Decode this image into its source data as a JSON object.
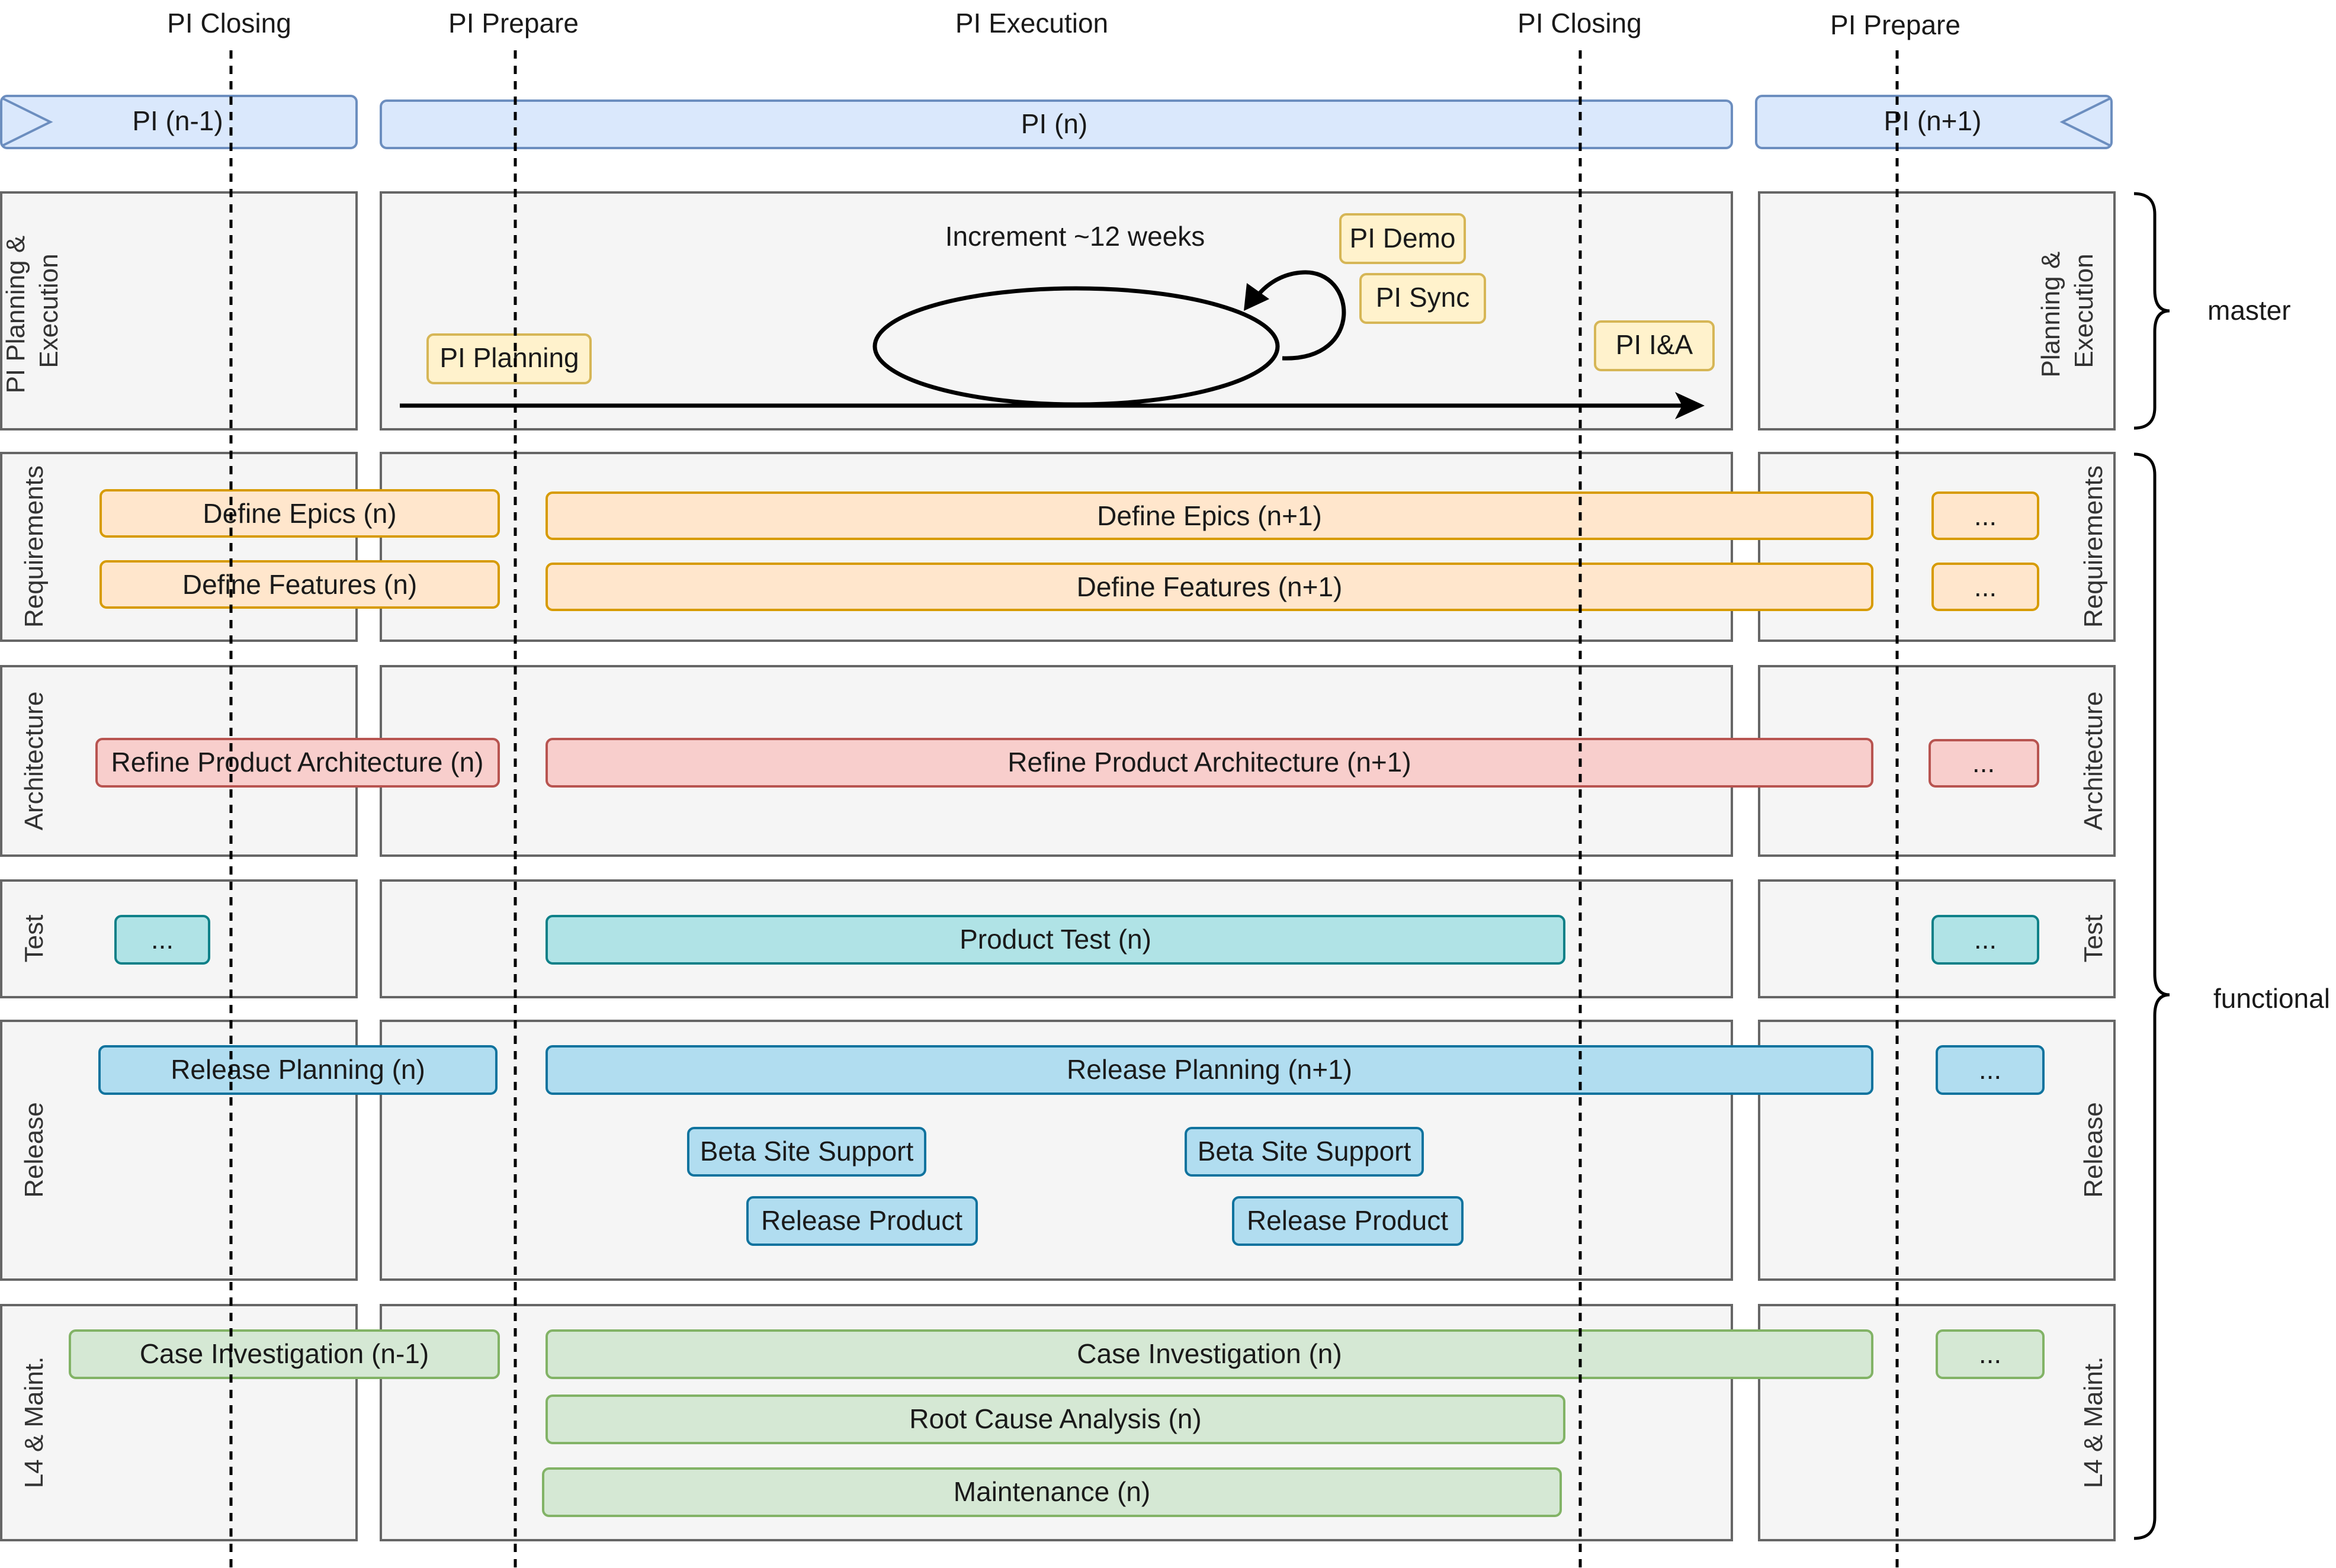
{
  "phases": [
    {
      "key": "pi-closing-1",
      "label": "PI Closing"
    },
    {
      "key": "pi-prepare-1",
      "label": "PI Prepare"
    },
    {
      "key": "pi-execution",
      "label": "PI Execution"
    },
    {
      "key": "pi-closing-2",
      "label": "PI Closing"
    },
    {
      "key": "pi-prepare-2",
      "label": "PI Prepare"
    }
  ],
  "increments": [
    {
      "key": "pi-prev",
      "label": "PI (n-1)"
    },
    {
      "key": "pi-current",
      "label": "PI (n)"
    },
    {
      "key": "pi-next",
      "label": "PI (n+1)"
    }
  ],
  "lanes": [
    {
      "key": "planning",
      "left_label": "PI Planning & Execution",
      "left_lines": [
        "PI Planning &",
        "Execution"
      ],
      "right_label": "Planning & Execution",
      "right_lines": [
        "Planning &",
        "Execution"
      ]
    },
    {
      "key": "requirements",
      "left_label": "Requirements",
      "left_lines": [
        "Requirements"
      ],
      "right_label": "Requirements",
      "right_lines": [
        "Requirements"
      ]
    },
    {
      "key": "architecture",
      "left_label": "Architecture",
      "left_lines": [
        "Architecture"
      ],
      "right_label": "Architecture",
      "right_lines": [
        "Architecture"
      ]
    },
    {
      "key": "test",
      "left_label": "Test",
      "left_lines": [
        "Test"
      ],
      "right_label": "Test",
      "right_lines": [
        "Test"
      ]
    },
    {
      "key": "release",
      "left_label": "Release",
      "left_lines": [
        "Release"
      ],
      "right_label": "Release",
      "right_lines": [
        "Release"
      ]
    },
    {
      "key": "maintenance",
      "left_label": "L4 & Maint.",
      "left_lines": [
        "L4 & Maint."
      ],
      "right_label": "L4 & Maint.",
      "right_lines": [
        "L4 & Maint."
      ]
    }
  ],
  "planning": {
    "increment_label": "Increment ~12 weeks",
    "events": [
      {
        "key": "pi-planning",
        "label": "PI Planning"
      },
      {
        "key": "pi-demo",
        "label": "PI Demo"
      },
      {
        "key": "pi-sync",
        "label": "PI Sync"
      },
      {
        "key": "pi-ia",
        "label": "PI I&A"
      }
    ]
  },
  "tasks": [
    {
      "key": "define-epics-n",
      "label": "Define Epics (n)",
      "category": "requirements"
    },
    {
      "key": "define-epics-n1",
      "label": "Define Epics (n+1)",
      "category": "requirements"
    },
    {
      "key": "define-epics-more",
      "label": "...",
      "category": "requirements"
    },
    {
      "key": "define-features-n",
      "label": "Define Features (n)",
      "category": "requirements"
    },
    {
      "key": "define-features-n1",
      "label": "Define Features (n+1)",
      "category": "requirements"
    },
    {
      "key": "define-features-more",
      "label": "...",
      "category": "requirements"
    },
    {
      "key": "refine-arch-n",
      "label": "Refine Product Architecture (n)",
      "category": "architecture"
    },
    {
      "key": "refine-arch-n1",
      "label": "Refine Product Architecture (n+1)",
      "category": "architecture"
    },
    {
      "key": "refine-arch-more",
      "label": "...",
      "category": "architecture"
    },
    {
      "key": "test-prev",
      "label": "...",
      "category": "test"
    },
    {
      "key": "product-test-n",
      "label": "Product Test (n)",
      "category": "test"
    },
    {
      "key": "test-more",
      "label": "...",
      "category": "test"
    },
    {
      "key": "release-planning-n",
      "label": "Release Planning (n)",
      "category": "release"
    },
    {
      "key": "release-planning-n1",
      "label": "Release Planning (n+1)",
      "category": "release"
    },
    {
      "key": "release-planning-more",
      "label": "...",
      "category": "release"
    },
    {
      "key": "beta-site-support-1",
      "label": "Beta Site Support",
      "category": "release"
    },
    {
      "key": "beta-site-support-2",
      "label": "Beta Site Support",
      "category": "release"
    },
    {
      "key": "release-product-1",
      "label": "Release Product",
      "category": "release"
    },
    {
      "key": "release-product-2",
      "label": "Release Product",
      "category": "release"
    },
    {
      "key": "case-investigation-n-1",
      "label": "Case Investigation (n-1)",
      "category": "maintenance"
    },
    {
      "key": "case-investigation-n",
      "label": "Case Investigation (n)",
      "category": "maintenance"
    },
    {
      "key": "case-investigation-more",
      "label": "...",
      "category": "maintenance"
    },
    {
      "key": "root-cause-analysis-n",
      "label": "Root Cause Analysis (n)",
      "category": "maintenance"
    },
    {
      "key": "maintenance-n",
      "label": "Maintenance (n)",
      "category": "maintenance"
    }
  ],
  "groups": [
    {
      "key": "master",
      "label": "master"
    },
    {
      "key": "functional",
      "label": "functional"
    }
  ],
  "colors": {
    "increment_fill": "#dae8fc",
    "increment_stroke": "#6c8ebf",
    "lane_fill": "#f5f5f5",
    "lane_stroke": "#666666",
    "event_fill": "#fff2cc",
    "event_stroke": "#d6b656",
    "requirements_fill": "#ffe6cc",
    "requirements_stroke": "#d79b00",
    "architecture_fill": "#f8cecc",
    "architecture_stroke": "#b85450",
    "test_fill": "#b0e3e6",
    "test_stroke": "#0e8088",
    "release_fill": "#b1ddf0",
    "release_stroke": "#10739e",
    "maintenance_fill": "#d5e8d4",
    "maintenance_stroke": "#82b366"
  }
}
